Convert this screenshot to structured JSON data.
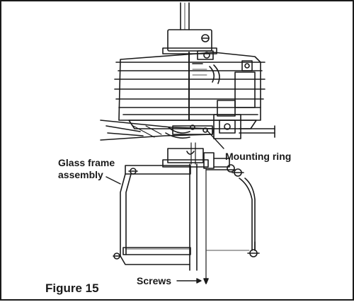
{
  "diagram": {
    "figure_label": "Figure 15",
    "callouts": {
      "glass_frame": [
        "Glass frame",
        "assembly"
      ],
      "mounting_ring": "Mounting ring",
      "screws": "Screws"
    }
  }
}
